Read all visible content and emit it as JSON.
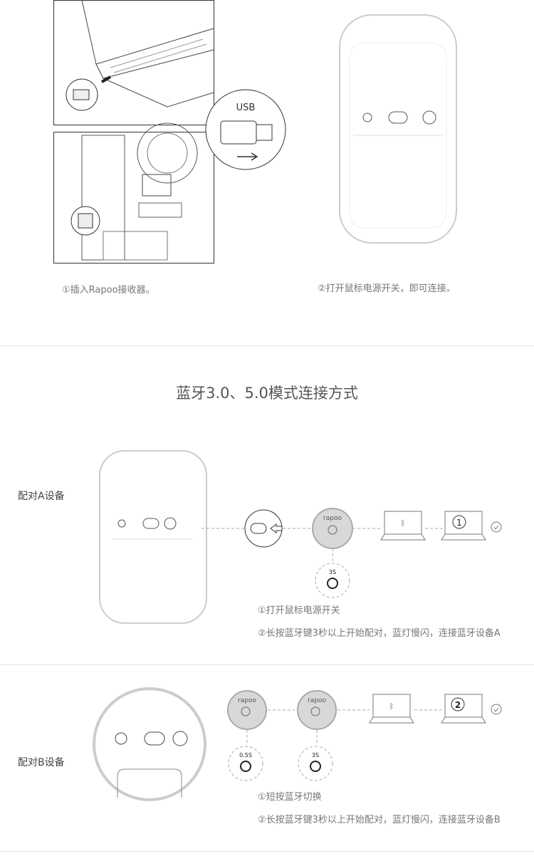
{
  "setup": {
    "usb_label": "USB",
    "brand": "rapoo",
    "step1_caption": "①插入Rapoo接收器。",
    "step2_caption": "②打开鼠标电源开关，即可连接。"
  },
  "bluetooth": {
    "heading": "蓝牙3.0、5.0模式连接方式",
    "device_a": {
      "label": "配对A设备",
      "timer": "3S",
      "screen_number": "1",
      "step1": "①打开鼠标电源开关",
      "step2": "②长按蓝牙键3秒以上开始配对，蓝灯慢闪，连接蓝牙设备A"
    },
    "device_b": {
      "label": "配对B设备",
      "timer_short": "0.5S",
      "timer_long": "3S",
      "screen_number": "2",
      "step1": "①短按蓝牙切换",
      "step2": "②长按蓝牙键3秒以上开始配对，蓝灯慢闪，连接蓝牙设备B"
    }
  },
  "colors": {
    "line": "#999999",
    "fill": "#d8d8d8",
    "text": "#777777"
  }
}
